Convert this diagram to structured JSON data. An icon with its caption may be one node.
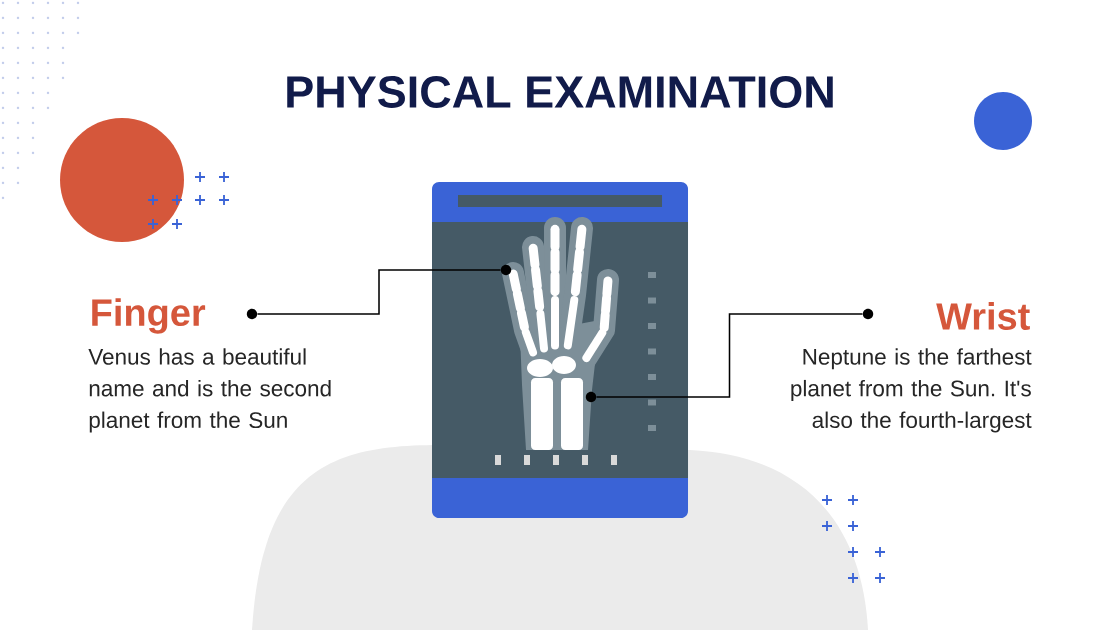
{
  "diagram": {
    "title": "PHYSICAL EXAMINATION",
    "nodes": [
      {
        "text": [
          "Finger"
        ],
        "beside": [
          "Venus has a beautiful name and is the second planet from the Sun"
        ]
      },
      {
        "text": [],
        "shape": "circle"
      },
      {
        "text": [],
        "shape": "circle"
      },
      {
        "text": [
          "Wrist"
        ],
        "beside": [
          "Neptune is the farthest planet from the Sun. It's also the fourth-largest"
        ]
      },
      {
        "text": [],
        "shape": "circle"
      },
      {
        "text": [],
        "shape": "circle"
      }
    ],
    "edges": [
      {
        "from": 1,
        "to": 2,
        "arrow": "none"
      },
      {
        "from": 4,
        "to": 5,
        "arrow": "none"
      }
    ]
  }
}
